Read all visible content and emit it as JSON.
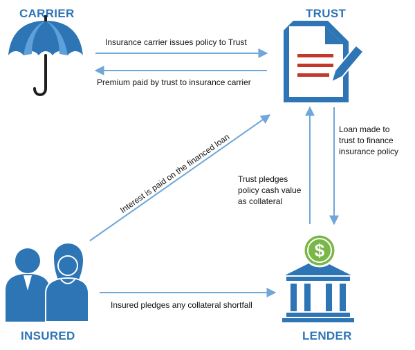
{
  "colors": {
    "primary": "#2e75b6",
    "dark": "#1f5482",
    "doc_lines": "#c0392b",
    "dollar": "#7ab648"
  },
  "nodes": {
    "carrier": {
      "title": "CARRIER",
      "icon": "umbrella-icon"
    },
    "trust": {
      "title": "TRUST",
      "icon": "document-pencil-icon"
    },
    "insured": {
      "title": "INSURED",
      "icon": "people-icon"
    },
    "lender": {
      "title": "LENDER",
      "icon": "bank-icon",
      "badge": "$"
    }
  },
  "edges": {
    "carrier_to_trust": "Insurance carrier issues policy to Trust",
    "trust_to_carrier": "Premium paid by trust to insurance carrier",
    "insured_to_trust": "Interest is paid on the financed loan",
    "lender_to_trust_line1": "Loan made to",
    "lender_to_trust_line2": "trust to finance",
    "lender_to_trust_line3": "insurance policy",
    "trust_to_lender_line1": "Trust pledges",
    "trust_to_lender_line2": "policy cash value",
    "trust_to_lender_line3": "as collateral",
    "insured_to_lender": "Insured pledges any collateral shortfall"
  }
}
